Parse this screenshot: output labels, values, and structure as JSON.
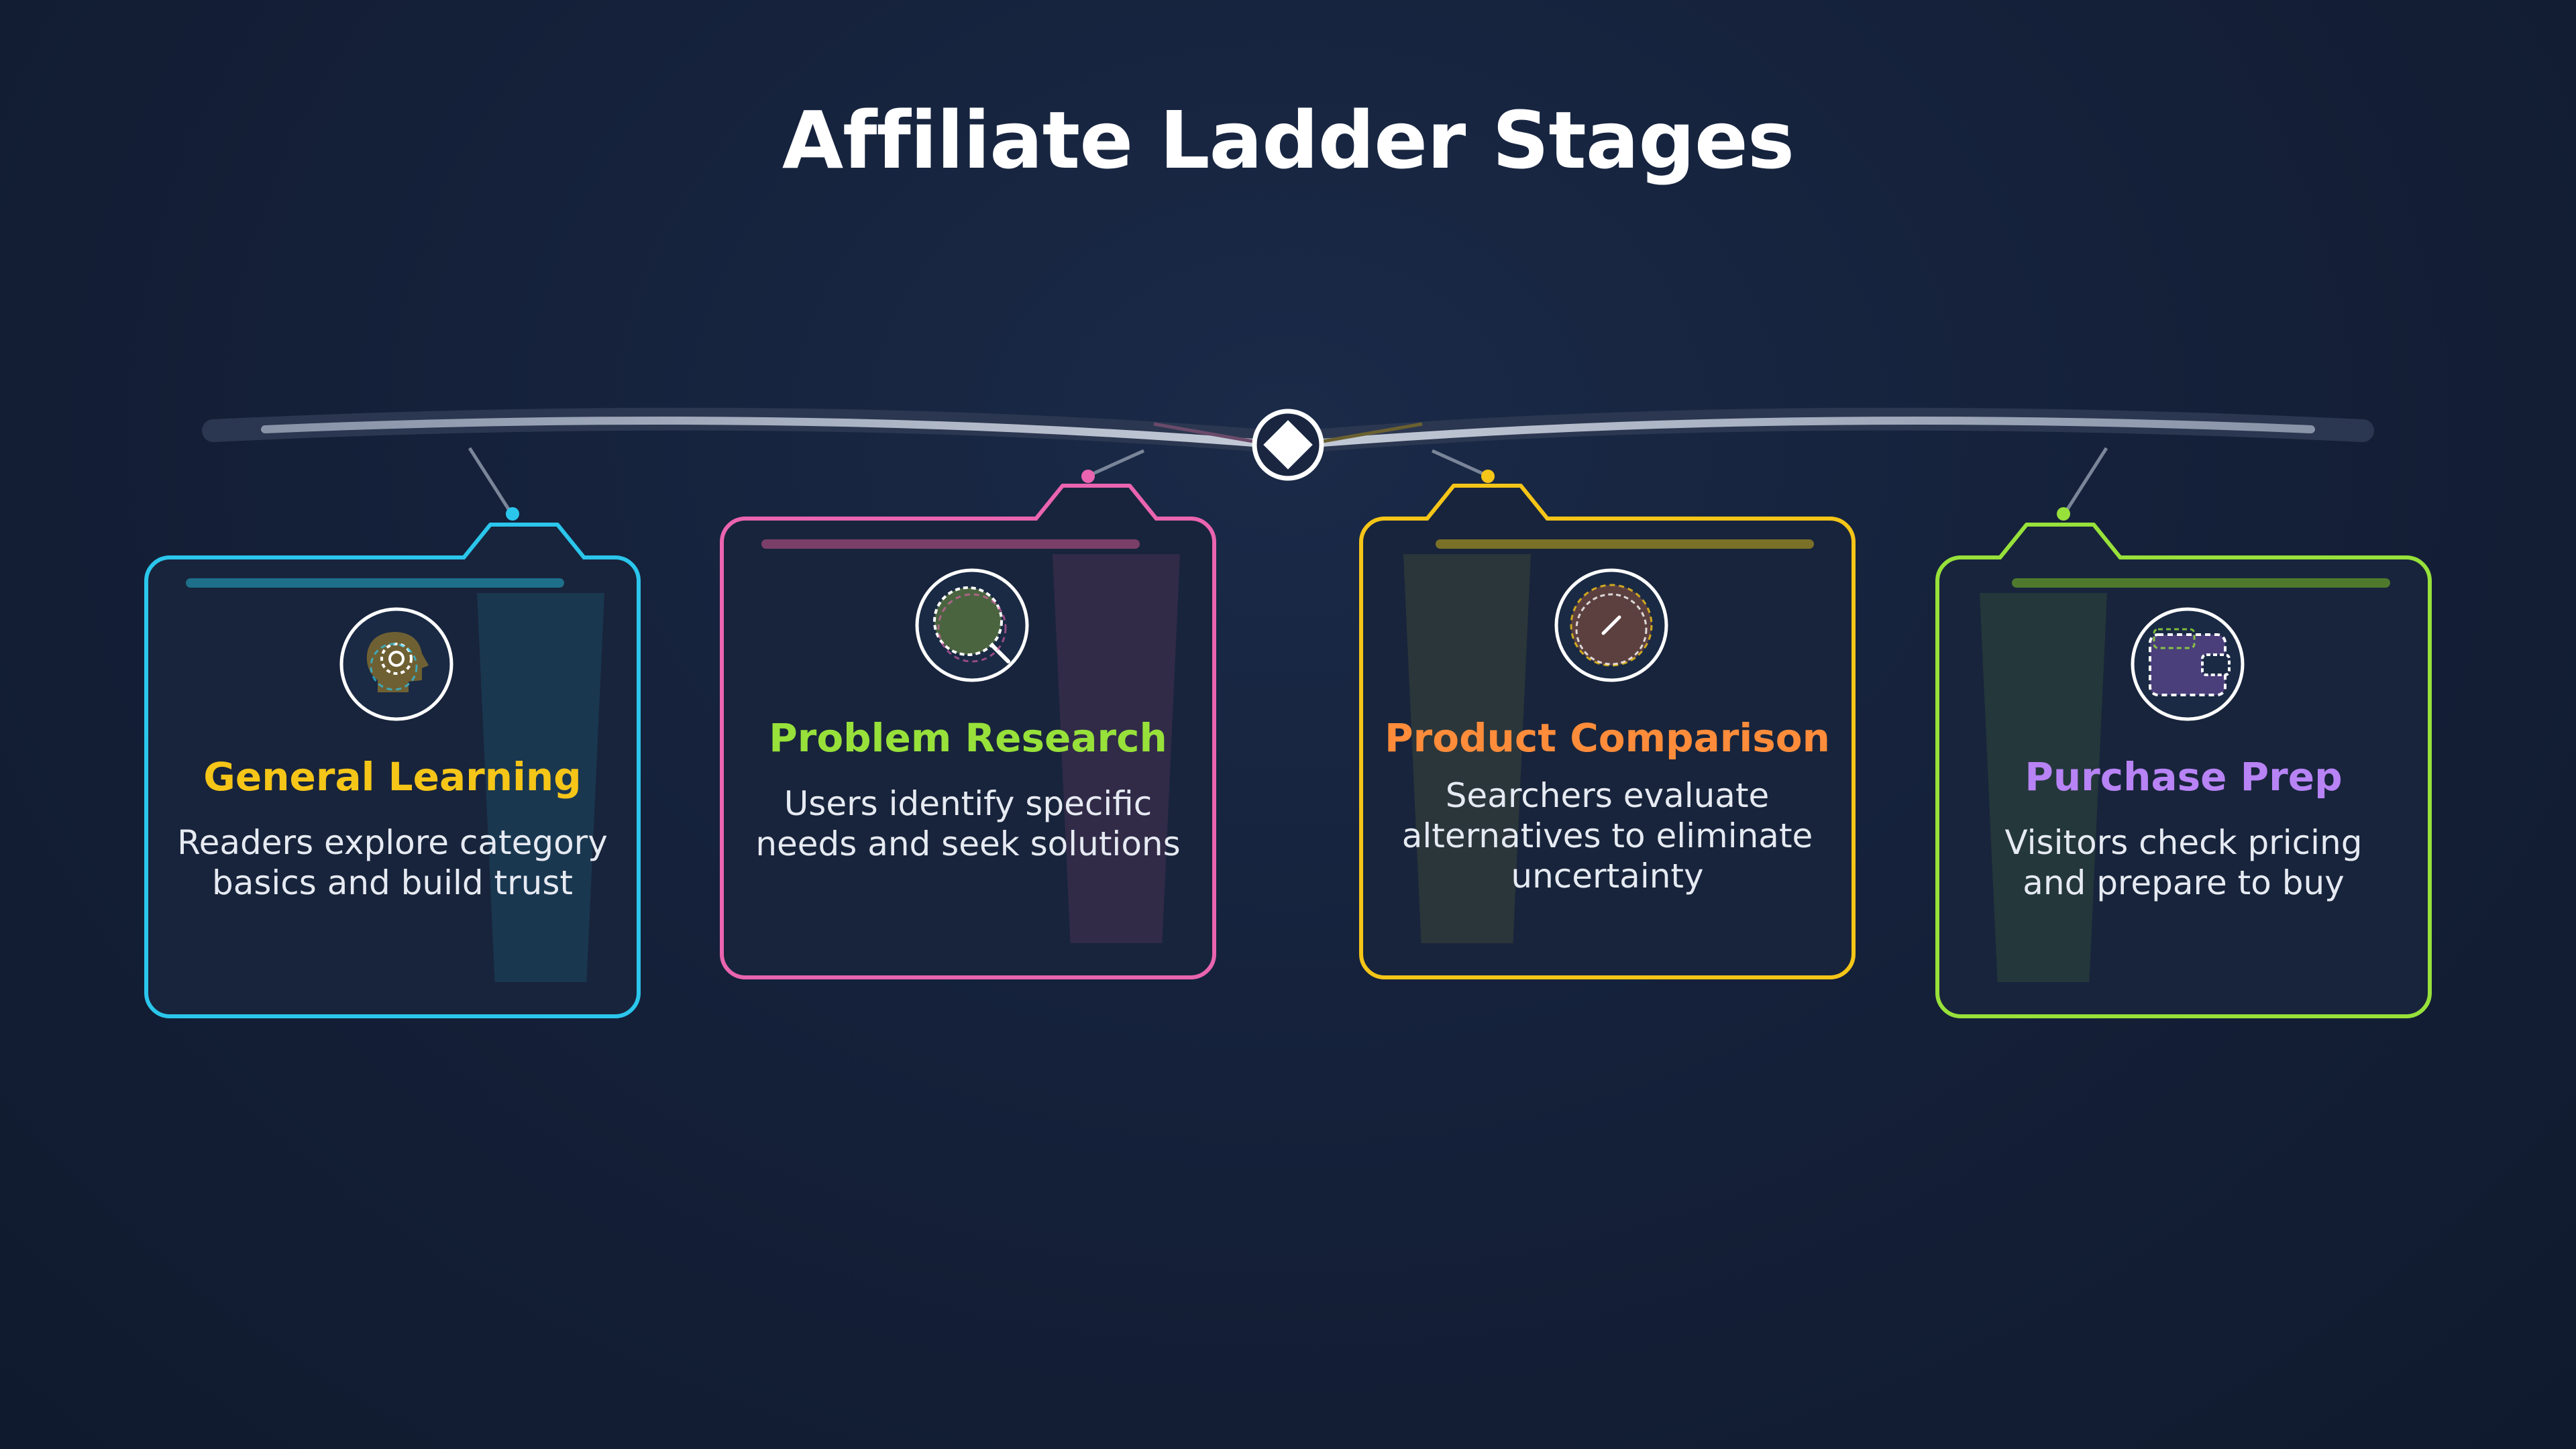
{
  "title": "Affiliate Ladder Stages",
  "colors": {
    "cyan": "#2bc6ec",
    "pink": "#ea64b0",
    "yellow": "#f5c518",
    "green": "#97e13a",
    "title_yellow": "#f5c518",
    "title_green": "#97e13a",
    "title_orange": "#ff8c3a",
    "title_purple": "#b783f5"
  },
  "stages": [
    {
      "title": "General Learning",
      "description": "Readers explore category\nbasics and build trust",
      "icon": "head-gear-icon"
    },
    {
      "title": "Problem Research",
      "description": "Users identify specific\nneeds and seek solutions",
      "icon": "magnifier-icon"
    },
    {
      "title": "Product Comparison",
      "description": "Searchers evaluate\nalternatives to eliminate\nuncertainty",
      "icon": "compass-icon"
    },
    {
      "title": "Purchase Prep",
      "description": "Visitors check pricing\nand prepare to buy",
      "icon": "wallet-icon"
    }
  ]
}
